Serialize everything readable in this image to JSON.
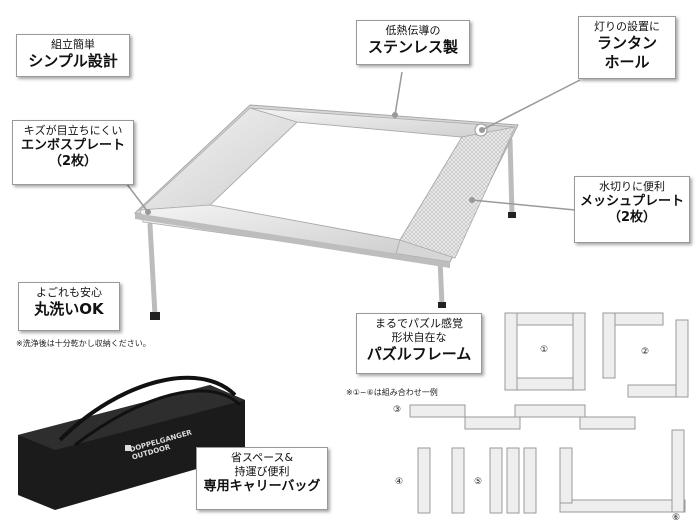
{
  "callouts": {
    "simple": {
      "line1": "組立簡単",
      "line2": "シンプル設計"
    },
    "stainless": {
      "line1": "低熱伝導の",
      "line2": "ステンレス製"
    },
    "lantern": {
      "line1": "灯りの設置に",
      "line2": "ランタン",
      "line3": "ホール"
    },
    "emboss": {
      "line1": "キズが目立ちにくい",
      "line2": "エンボスプレート",
      "line3": "（2枚）"
    },
    "mesh": {
      "line1": "水切りに便利",
      "line2": "メッシュプレート",
      "line3": "（2枚）"
    },
    "washable": {
      "line1": "よごれも安心",
      "line2": "丸洗いOK"
    },
    "puzzle": {
      "line1": "まるでパズル感覚",
      "line2": "形状自在な",
      "line3": "パズルフレーム"
    },
    "bag": {
      "line1": "省スペース&",
      "line2": "持運び便利",
      "line3": "専用キャリーバッグ"
    }
  },
  "notes": {
    "wash": "※洗浄後は十分乾かし収納ください。",
    "combos": "※①~⑥は組み合わせ一例"
  },
  "configs": [
    "①",
    "②",
    "③",
    "④",
    "⑤",
    "⑥"
  ],
  "bag_logo": {
    "line1": "DOPPELGANGER",
    "line2": "OUTDOOR"
  }
}
